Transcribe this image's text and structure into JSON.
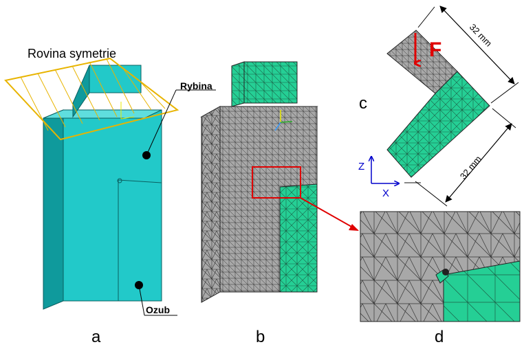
{
  "panel_a": {
    "plane_label": "Rovina symetrie",
    "rybina_label": "Rybina",
    "ozub_label": "Ozub",
    "caption": "a"
  },
  "panel_b": {
    "caption": "b"
  },
  "panel_c": {
    "force_label": "F",
    "dim_top": "32 mm",
    "dim_bottom": "32 mm",
    "axis_z": "Z",
    "axis_x": "X",
    "caption": "c"
  },
  "panel_d": {
    "caption": "d"
  },
  "colors": {
    "cyan_face": "#22c9c9",
    "cyan_side": "#0f9a9c",
    "mesh_grey": "#a6a6a6",
    "mesh_green": "#22c98f",
    "plane_yellow": "#e8b400",
    "force_red": "#e00000",
    "axis_blue": "#0000cc"
  }
}
